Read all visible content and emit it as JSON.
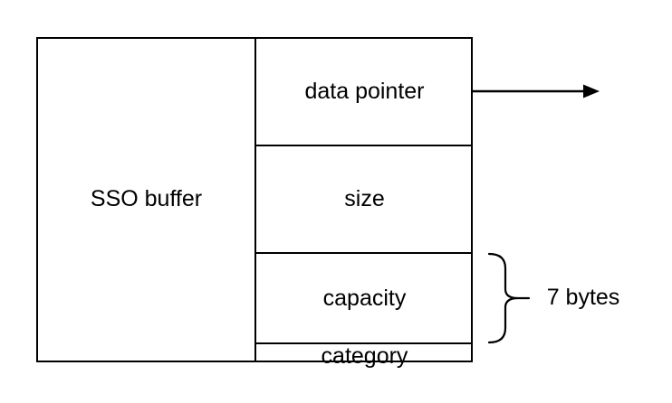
{
  "diagram": {
    "buffer_label": "SSO buffer",
    "fields": [
      {
        "label": "data pointer"
      },
      {
        "label": "size"
      },
      {
        "label": "capacity"
      },
      {
        "label": "category"
      }
    ],
    "annotation": {
      "label": "7 bytes"
    },
    "colors": {
      "stroke": "#000000",
      "background": "#ffffff",
      "text": "#000000"
    }
  }
}
